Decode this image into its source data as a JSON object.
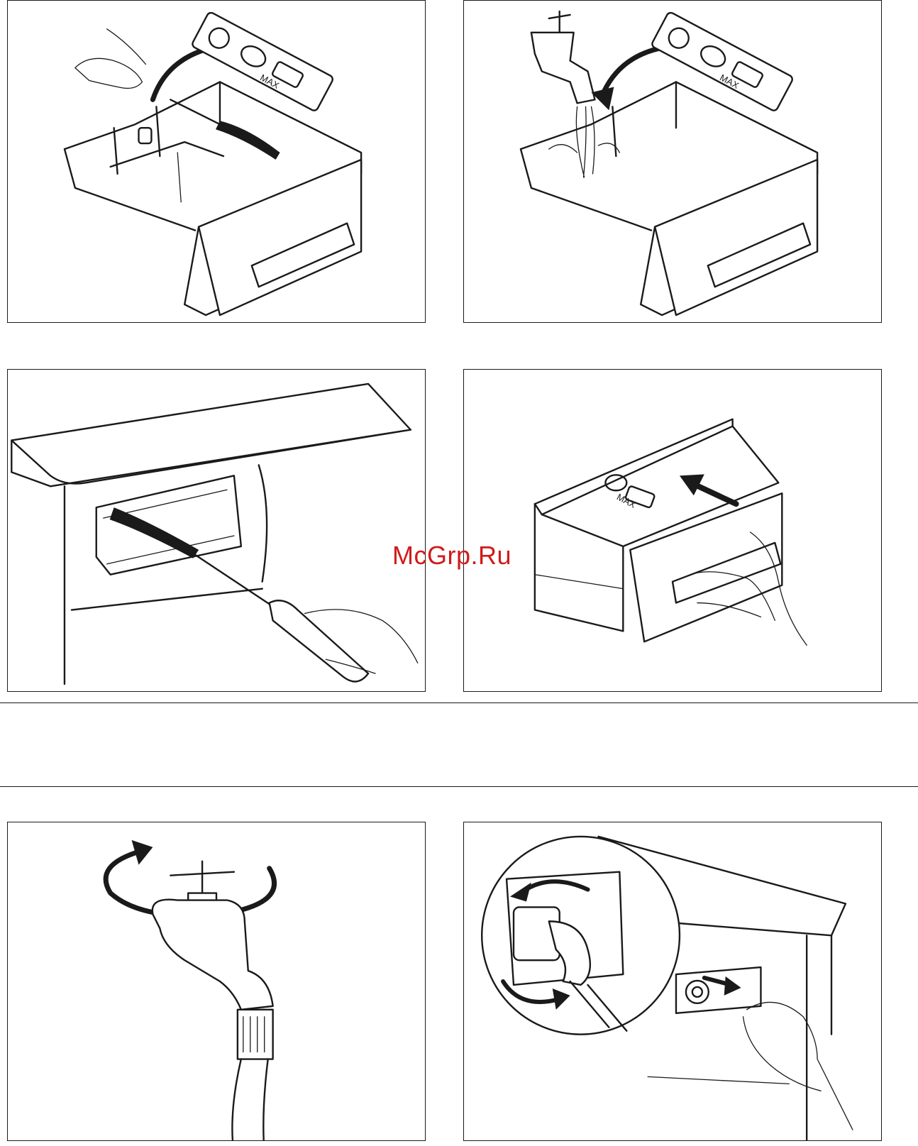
{
  "watermark": {
    "text": "McGrp.Ru",
    "color": "#d11a1a"
  },
  "figures": {
    "remove_cap_brush": {
      "cap_label": "MAX"
    },
    "rinse_under_tap": {
      "cap_label": "MAX"
    },
    "reinsert_drawer": {
      "cap_label": "MAX"
    }
  },
  "icons": [
    "curved-arrow-icon",
    "straight-arrow-icon",
    "rotate-arrow-icon",
    "brush-icon",
    "tap-icon",
    "hand-icon"
  ]
}
